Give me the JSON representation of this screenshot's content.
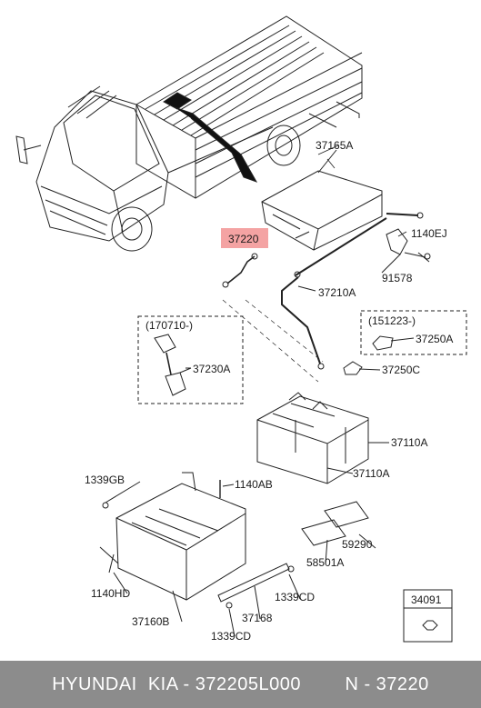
{
  "labels": {
    "p37165A": "37165A",
    "p37220": "37220",
    "p1140EJ": "1140EJ",
    "p91578": "91578",
    "p37210A": "37210A",
    "date170710": "(170710-)",
    "p37230A": "37230A",
    "date151223": "(151223-)",
    "p37250A": "37250A",
    "p37250C": "37250C",
    "p37110A_top": "37110A",
    "p37110A_bottom": "37110A",
    "p1339GB": "1339GB",
    "p1140AB": "1140AB",
    "p59290": "59290",
    "p58501A": "58501A",
    "p1140HD": "1140HD",
    "p1339CD_right": "1339CD",
    "p37160B": "37160B",
    "p37168": "37168",
    "p1339CD_bottom": "1339CD",
    "p34091": "34091"
  },
  "highlight_color": "#f4a3a3",
  "footer": {
    "brand": "HYUNDAI  KIA - 372205L000",
    "part": "N - 37220"
  }
}
